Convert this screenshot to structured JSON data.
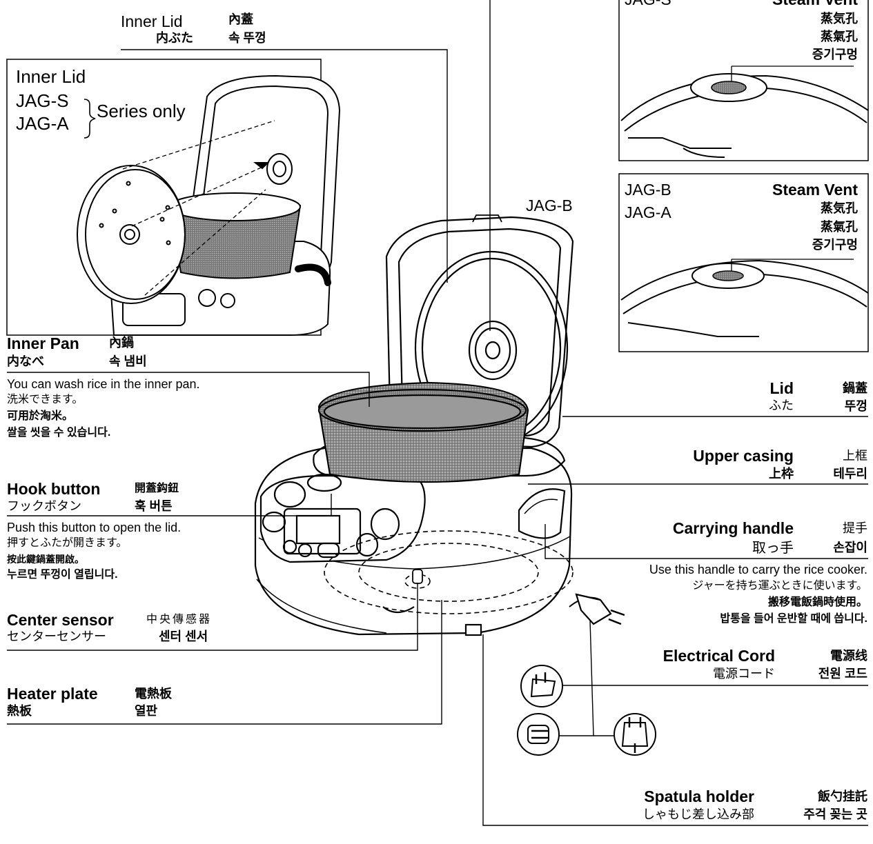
{
  "inner_lid": {
    "en": "Inner Lid",
    "zh": "內蓋",
    "ja": "内ぶた",
    "ko": "속 뚜껑"
  },
  "inset_inner_lid": {
    "title": "Inner Lid",
    "model1": "JAG-S",
    "model2": "JAG-A",
    "note": "Series only"
  },
  "top_inset": {
    "model": "JAG-S",
    "title": "Steam Vent",
    "zh_jp": "蒸気孔",
    "zh": "蒸氣孔",
    "ko": "증기구멍"
  },
  "main_model": "JAG-B",
  "vent_inset": {
    "model1": "JAG-B",
    "model2": "JAG-A",
    "title": "Steam Vent",
    "zh_jp": "蒸気孔",
    "zh": "蒸氣孔",
    "ko": "증기구멍"
  },
  "inner_pan": {
    "en": "Inner Pan",
    "zh": "內鍋",
    "ja": "内なべ",
    "ko": "속 냄비",
    "desc_en": "You can wash rice in the inner pan.",
    "desc_ja": "洗米できます。",
    "desc_zh": "可用於淘米。",
    "desc_ko": "쌀을 씻을 수 있습니다."
  },
  "hook_button": {
    "en": "Hook button",
    "zh": "開蓋鈎鈕",
    "ja": "フックボタン",
    "ko": "훅 버튼",
    "desc_en": "Push this button to open the lid.",
    "desc_ja": "押すとふたが開きます。",
    "desc_zh": "按此鍵鍋蓋開啟。",
    "desc_ko": "누르면 뚜껑이 열립니다."
  },
  "center_sensor": {
    "en": "Center sensor",
    "zh": "中央傳感器",
    "ja": "センターセンサー",
    "ko": "센터 센서"
  },
  "heater_plate": {
    "en": "Heater plate",
    "zh": "電熱板",
    "ja": "熱板",
    "ko": "열판"
  },
  "lid": {
    "en": "Lid",
    "zh": "鍋蓋",
    "ja": "ふた",
    "ko": "뚜껑"
  },
  "upper_casing": {
    "en": "Upper casing",
    "zh": "上框",
    "ja": "上枠",
    "ko": "테두리"
  },
  "carrying_handle": {
    "en": "Carrying handle",
    "zh": "提手",
    "ja": "取っ手",
    "ko": "손잡이",
    "desc_en": "Use this handle to carry the rice cooker.",
    "desc_ja": "ジャーを持ち運ぶときに使います。",
    "desc_zh": "搬移電飯鍋時使用。",
    "desc_ko": "밥통을 들어 운반할 때에 씁니다."
  },
  "electrical_cord": {
    "en": "Electrical Cord",
    "zh": "電源线",
    "ja": "電源コード",
    "ko": "전원 코드"
  },
  "spatula_holder": {
    "en": "Spatula holder",
    "zh": "飯勺挂託",
    "ja": "しゃもじ差し込み部",
    "ko": "주걱 꽂는 곳"
  }
}
